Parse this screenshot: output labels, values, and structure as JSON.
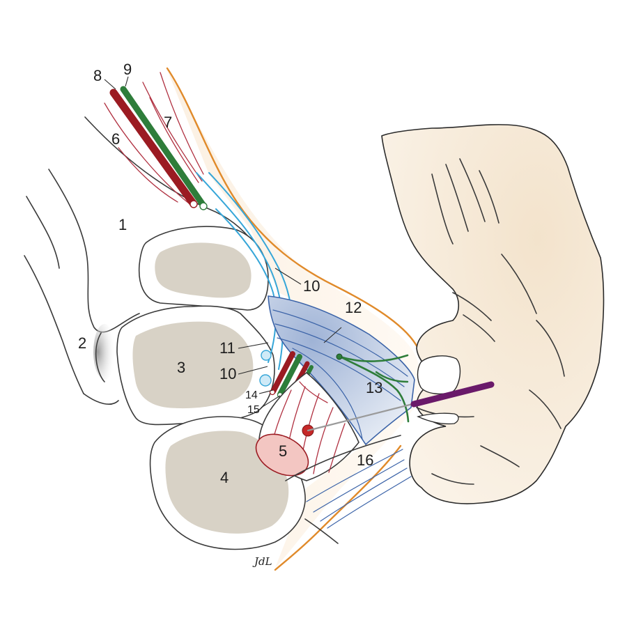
{
  "labels": {
    "l1": "1",
    "l2": "2",
    "l3": "3",
    "l4": "4",
    "l5": "5",
    "l6": "6",
    "l7": "7",
    "l8": "8",
    "l9": "9",
    "l10a": "10",
    "l10b": "10",
    "l11": "11",
    "l12": "12",
    "l13": "13",
    "l14": "14",
    "l15": "15",
    "l16": "16"
  },
  "signature": "JdL",
  "colors": {
    "artery": "#9b1b22",
    "nerve_green": "#2e7d3a",
    "nerve_blue": "#36a6d8",
    "retinaculum": "#b8c8e0",
    "skin": "#e08a2a",
    "needle_hub": "#6a1a6a",
    "hand": "#f6ead8"
  }
}
